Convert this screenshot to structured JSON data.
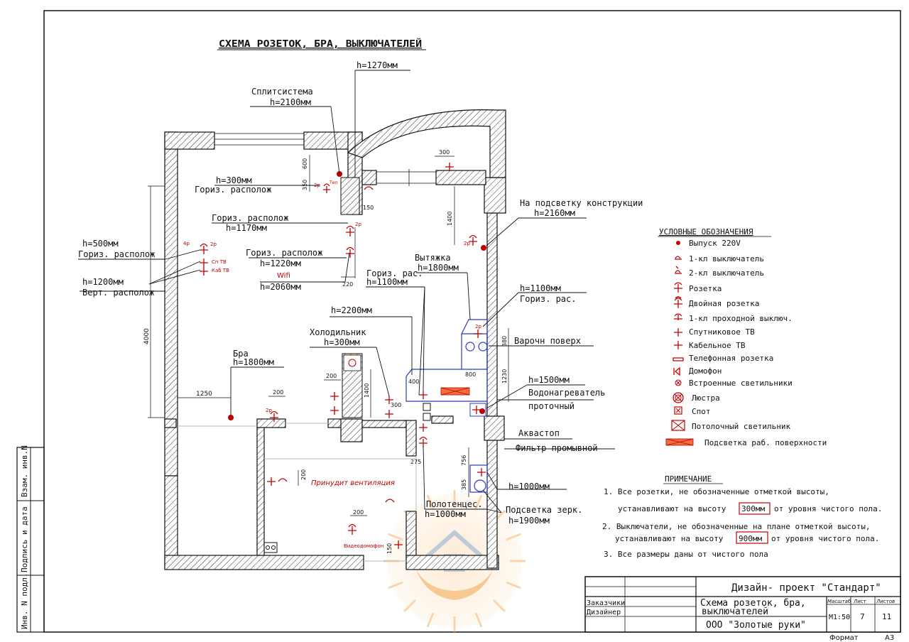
{
  "title": "СХЕМА РОЗЕТОК, БРА, ВЫКЛЮЧАТЕЛЕЙ",
  "annotations": {
    "a_h1270": "h=1270мм",
    "a_split1": "Сплитсистема",
    "a_split2": "h=2100мм",
    "a_h300": "h=300мм",
    "a_goriz1": "Гориз. располож",
    "a_goriz2": "Гориз. располож",
    "a_h1170": "h=1170мм",
    "a_goriz3": "Гориз. располож",
    "a_h1220": "h=1220мм",
    "a_wifi": "Wifi",
    "a_h2060": "h=2060мм",
    "a_h500": "h=500мм",
    "a_goriz4": "Гориз. располож",
    "a_h1200": "h=1200мм",
    "a_vert": "Верт. располож",
    "a_vyt1": "Вытяжка",
    "a_vyt2": "h=1800мм",
    "a_grs1": "Гориз. рас.",
    "a_h1100a": "h=1100мм",
    "a_h2200": "h=2200мм",
    "a_hol1": "Холодильник",
    "a_hol2": "h=300мм",
    "a_bra1": "Бра",
    "a_bra2": "h=1800мм",
    "a_podsv1": "На подсветку конструкции",
    "a_podsv2": "h=2160мм",
    "a_h1100b": "h=1100мм",
    "a_grs2": "Гориз. рас.",
    "a_varoch": "Варочн поверх",
    "a_h1500": "h=1500мм",
    "a_vodo1": "Водонагреватель",
    "a_vodo2": "проточный",
    "a_akva": "Аквастоп",
    "a_filtr": "Фильтр промывной",
    "a_h1000a": "h=1000мм",
    "a_polot1": "Полотенцес.",
    "a_polot2": "h=1000мм",
    "a_zerk1": "Подсветка зерк.",
    "a_zerk2": "h=1900мм",
    "a_vent": "Принудит вентиляция",
    "a_video": "Видеодомофон"
  },
  "small_labels": {
    "tel": "Тел",
    "p2a": "2р",
    "p2b": "2р",
    "p2c": "2р",
    "p2d": "2р",
    "p2e": "2р",
    "p2f": "2р",
    "p4": "4р",
    "sptv": "Сп ТВ",
    "kabtv": "Каб ТВ"
  },
  "dims": {
    "d600": "600",
    "d350": "350",
    "d150": "150",
    "d300a": "300",
    "d1400a": "1400",
    "d220": "220",
    "d4000": "4000",
    "d1250": "1250",
    "d200a": "200",
    "d200b": "200",
    "d1400b": "1400",
    "d400": "400",
    "d300b": "300",
    "d800": "800",
    "d380": "380",
    "d1230": "1230",
    "d275": "275",
    "d756": "756",
    "d385": "385",
    "d200c": "200",
    "d200d": "200",
    "d150b": "150"
  },
  "legend": {
    "title": "УСЛОВНЫЕ ОБОЗНАЧЕНИЯ",
    "items": [
      {
        "icon": "outlet-220v-icon",
        "label": "Выпуск 220V"
      },
      {
        "icon": "switch-1-icon",
        "label": "1-кл выключатель"
      },
      {
        "icon": "switch-2-icon",
        "label": "2-кл выключатель"
      },
      {
        "icon": "socket-icon",
        "label": "Розетка"
      },
      {
        "icon": "double-socket-icon",
        "label": "Двойная розетка"
      },
      {
        "icon": "pass-switch-icon",
        "label": "1-кл проходной выключ."
      },
      {
        "icon": "sat-tv-icon",
        "label": "Спутниковое ТВ"
      },
      {
        "icon": "cable-tv-icon",
        "label": "Кабельное ТВ"
      },
      {
        "icon": "phone-socket-icon",
        "label": "Телефонная розетка"
      },
      {
        "icon": "intercom-icon",
        "label": "Домофон"
      },
      {
        "icon": "recessed-light-icon",
        "label": "Встроенные светильники"
      },
      {
        "icon": "chandelier-icon",
        "label": "Люстра"
      },
      {
        "icon": "spot-icon",
        "label": "Спот"
      },
      {
        "icon": "ceiling-light-icon",
        "label": "Потолочный светильник"
      },
      {
        "icon": "worktop-light-icon",
        "label": "Подсветка раб. поверхности"
      }
    ],
    "colors": {
      "symbol_red": "#c00000",
      "furniture_blue": "#2a3bbf",
      "worktop_orange": "#f07040"
    }
  },
  "notes": {
    "title": "ПРИМЕЧАНИЕ",
    "n1a": "1. Все розетки, не обозначенные отметкой высоты,",
    "n1b": "устанавливают на высоту",
    "n1c": "300мм",
    "n1d": "от уровня чистого пола.",
    "n2a": "2. Выключатели, не обозначенные на плане отметкой высоты,",
    "n2b": "устанавливают на высоту",
    "n2c": "900мм",
    "n2d": "от уровня чистого пола.",
    "n3": "3. Все размеры даны от чистого пола"
  },
  "title_block": {
    "project": "Дизайн- проект \"Стандарт\"",
    "sheet_title_1": "Схема розеток, бра,",
    "sheet_title_2": "выключателей",
    "company": "ООО \"Золотые руки\"",
    "role1": "Заказчики",
    "role2": "Дизайнер",
    "h_scale": "Масштаб",
    "h_sheet": "Лист",
    "h_sheets": "Листов",
    "scale": "М1:50",
    "sheet": "7",
    "sheets": "11",
    "format_label": "Формат",
    "format": "А3"
  },
  "side_stamp": {
    "s1": "Взам. инв.N",
    "s2": "Подпись и дата",
    "s3": "Инв. N подл."
  }
}
